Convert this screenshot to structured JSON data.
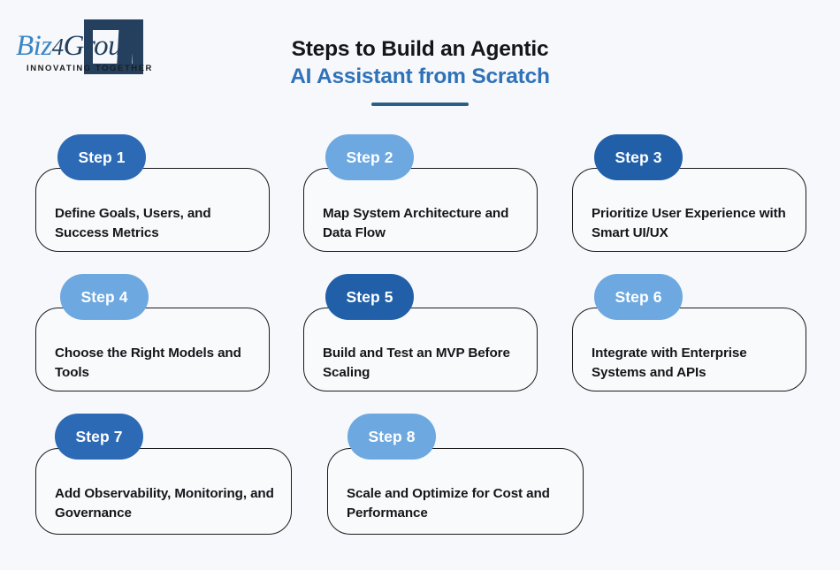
{
  "brand": {
    "name_part1": "Biz",
    "name_part2": "4",
    "name_part3": "Group",
    "tagline": "INNOVATING TOGETHER",
    "mark_color": "#24405e",
    "word_color_primary": "#3c86c6",
    "word_color_secondary": "#24405e"
  },
  "header": {
    "title_line1": "Steps to Build an Agentic",
    "title_line2": "AI Assistant from Scratch",
    "title_line1_color": "#14161a",
    "title_line2_color": "#2f72b8",
    "rule_color": "#2b5f85"
  },
  "theme": {
    "background": "#f6f8fb",
    "card_background": "#f8fafc",
    "card_border": "#1a1a1a",
    "text_color": "#14161a",
    "badge_dark": "#2160a8",
    "badge_medium": "#2c6ab5",
    "badge_light": "#6da8e0"
  },
  "steps": [
    {
      "badge_label": "Step 1",
      "text": "Define Goals, Users, and Success Metrics",
      "badge_color": "#2c6ab5"
    },
    {
      "badge_label": "Step 2",
      "text": "Map System Architecture and Data Flow",
      "badge_color": "#6da8e0"
    },
    {
      "badge_label": "Step 3",
      "text": "Prioritize User Experience with Smart UI/UX",
      "badge_color": "#2160a8"
    },
    {
      "badge_label": "Step 4",
      "text": "Choose the Right Models and Tools",
      "badge_color": "#6da8e0"
    },
    {
      "badge_label": "Step 5",
      "text": "Build and Test an MVP Before Scaling",
      "badge_color": "#2160a8"
    },
    {
      "badge_label": "Step 6",
      "text": "Integrate with Enterprise Systems and APIs",
      "badge_color": "#6da8e0"
    },
    {
      "badge_label": "Step 7",
      "text": "Add Observability, Monitoring, and Governance",
      "badge_color": "#2c6ab5"
    },
    {
      "badge_label": "Step 8",
      "text": "Scale and Optimize for Cost and Performance",
      "badge_color": "#6da8e0"
    }
  ]
}
